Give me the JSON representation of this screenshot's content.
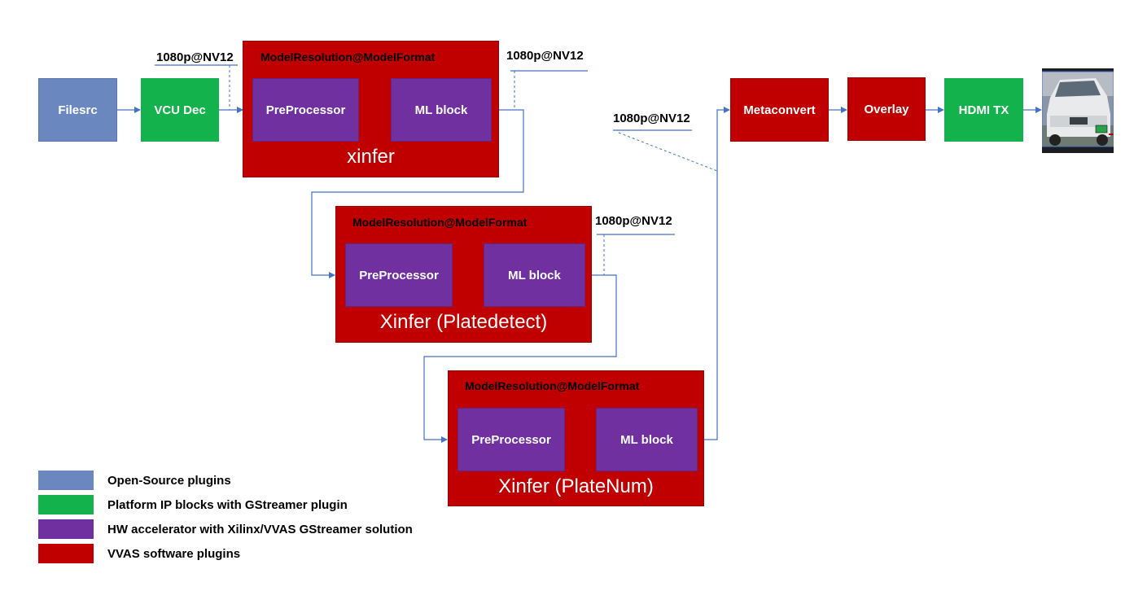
{
  "nodes": {
    "filesrc": "Filesrc",
    "vcu_dec": "VCU Dec",
    "metaconvert": "Metaconvert",
    "overlay": "Overlay",
    "hdmi_tx": "HDMI TX"
  },
  "stages": [
    {
      "title": "xinfer",
      "model_label": "ModelResolution@ModelFormat",
      "pre": "PreProcessor",
      "ml": "ML block"
    },
    {
      "title": "Xinfer (Platedetect)",
      "model_label": "ModelResolution@ModelFormat",
      "pre": "PreProcessor",
      "ml": "ML block"
    },
    {
      "title": "Xinfer (PlateNum)",
      "model_label": "ModelResolution@ModelFormat",
      "pre": "PreProcessor",
      "ml": "ML block"
    }
  ],
  "annotations": {
    "a1": "1080p@NV12",
    "a2": "1080p@NV12",
    "a3": "1080p@NV12",
    "a4": "1080p@NV12"
  },
  "legend": [
    {
      "label": "Open-Source plugins",
      "color": "#6b87c0"
    },
    {
      "label": "Platform IP blocks with GStreamer plugin",
      "color": "#13b24c"
    },
    {
      "label": "HW accelerator with Xilinx/VVAS GStreamer solution",
      "color": "#7030a0"
    },
    {
      "label": "VVAS software plugins",
      "color": "#c00000"
    }
  ],
  "colors": {
    "open_source": "#6b87c0",
    "platform_ip": "#13b24c",
    "hw_accel": "#7030a0",
    "vvas_sw": "#c00000",
    "connector": "#4472c4"
  }
}
